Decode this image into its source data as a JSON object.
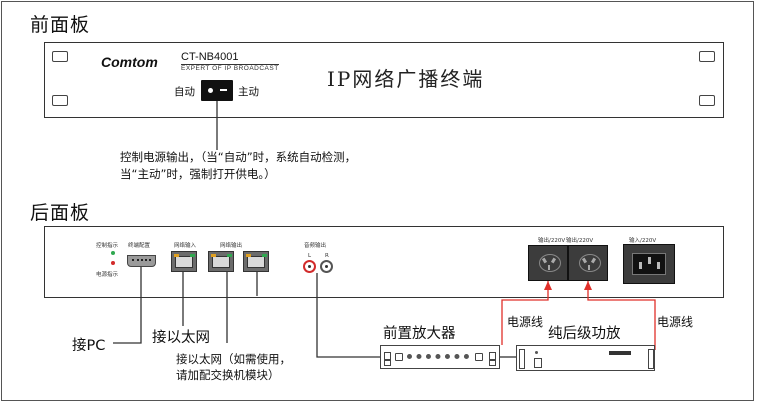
{
  "front": {
    "section_title": "前面板",
    "brand": "Comtom",
    "model": "CT-NB4001",
    "model_subtitle": "EXPERT OF IP BROADCAST",
    "product_name": "IP网络广播终端",
    "switch_auto": "自动",
    "switch_main": "主动",
    "note_line1": "控制电源输出，（当“自动”时，系统自动检测，",
    "note_line2": "当“主动”时，强制打开供电。）"
  },
  "rear": {
    "section_title": "后面板",
    "ctrl_indicator": "控制指示",
    "power_indicator": "电源指示",
    "terminal_config": "终端配置",
    "network_in": "网络输入",
    "network_out": "网络输出",
    "audio_out": "音频输出",
    "output1": "输出/220V",
    "output2": "输出/220V",
    "input": "输入/220V",
    "port_l": "L",
    "port_r": "R"
  },
  "connections": {
    "pc": "接PC",
    "ethernet": "接以太网",
    "ethernet_switch_1": "接以太网（如需使用，",
    "ethernet_switch_2": "请加配交换机模块）",
    "preamp": "前置放大器",
    "poweramp": "纯后级功放",
    "power_cord_1": "电源线",
    "power_cord_2": "电源线"
  },
  "colors": {
    "border": "#333333",
    "power_line": "#e0302a",
    "led_green": "#2fa84f",
    "led_red": "#d22b2b",
    "rca_red": "#d22b2b"
  }
}
